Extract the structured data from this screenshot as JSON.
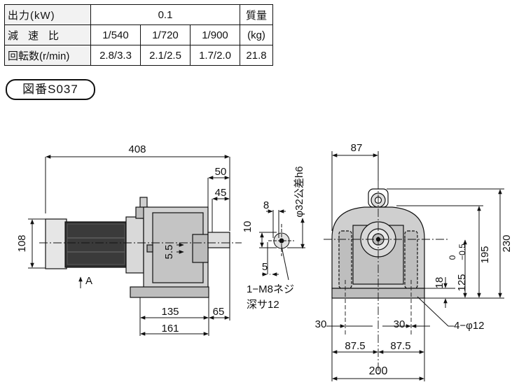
{
  "spec_table": {
    "output_label": "出力(kW)",
    "output_value": "0.1",
    "mass_label": "質量",
    "ratio_label": "減速比",
    "ratios": [
      "1/540",
      "1/720",
      "1/900"
    ],
    "mass_unit": "(kg)",
    "speed_label": "回転数(r/min)",
    "speeds": [
      "2.8/3.3",
      "2.1/2.5",
      "1.7/2.0"
    ],
    "mass_value": "21.8"
  },
  "figure_badge": "図番S037",
  "dims": {
    "overall_length": "408",
    "shaft_50": "50",
    "shaft_45": "45",
    "motor_height": "108",
    "offset_5_5": "5.5",
    "arrow_a": "A",
    "base_135": "135",
    "base_161": "161",
    "base_65": "65",
    "key_8": "8",
    "key_10": "10",
    "key_5": "5",
    "shaft_dia": "φ32公差h6",
    "tap_line1": "1−M8ネジ",
    "tap_line2": "深サ12",
    "top_87": "87",
    "height_230": "230",
    "height_195": "195",
    "tol_upper": "0",
    "tol_lower": "−0.5",
    "height_125": "125",
    "base_18": "18",
    "holes": "4−φ12",
    "spacing_30_left": "30",
    "spacing_30_right": "30",
    "half_87_5_left": "87.5",
    "half_87_5_right": "87.5",
    "width_200": "200"
  }
}
